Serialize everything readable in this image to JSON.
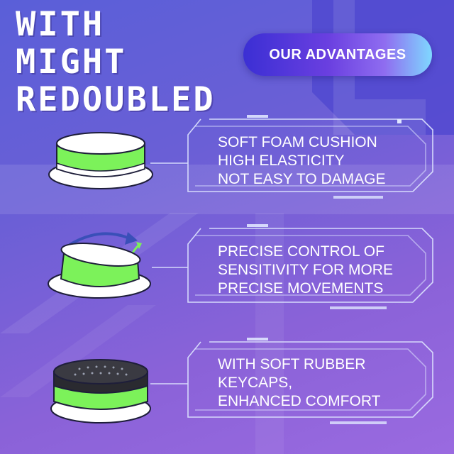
{
  "headline": {
    "lines": [
      "WITH",
      "MIGHT",
      "REDOUBLED"
    ]
  },
  "badge": {
    "label": "OUR ADVANTAGES"
  },
  "advantages": [
    {
      "lines": [
        "SOFT FOAM CUSHION",
        "HIGH ELASTICITY",
        "NOT EASY TO DAMAGE"
      ]
    },
    {
      "lines": [
        "PRECISE CONTROL OF",
        "SENSITIVITY FOR MORE",
        "PRECISE MOVEMENTS"
      ]
    },
    {
      "lines": [
        "WITH SOFT RUBBER",
        "KEYCAPS,",
        "ENHANCED COMFORT"
      ]
    }
  ],
  "colors": {
    "accent_green": "#7cf25a",
    "badge_start": "#3b2fd4",
    "badge_end": "#7fd8ff",
    "panel_line": "#dfe6ff"
  }
}
